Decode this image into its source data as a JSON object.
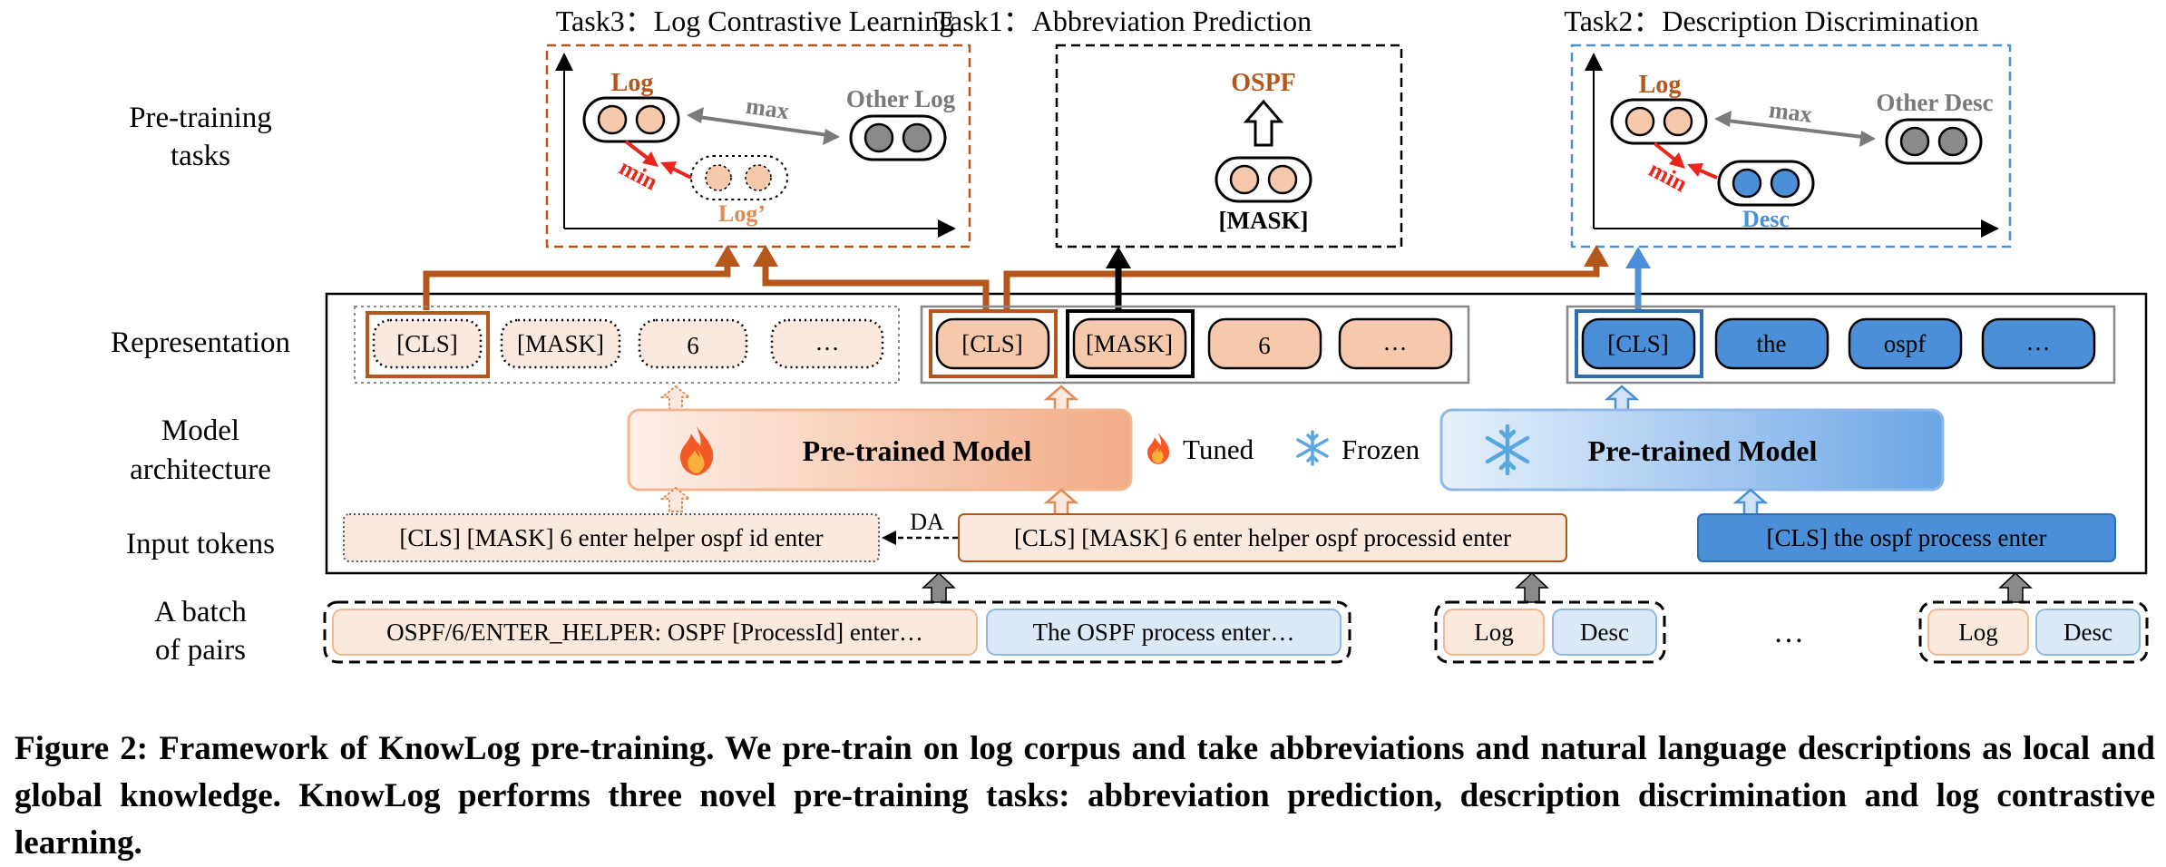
{
  "tasks": {
    "task3_title": "Task3：Log Contrastive Learning",
    "task1_title": "Task1：Abbreviation Prediction",
    "task2_title": "Task2：Description Discrimination",
    "task3": {
      "log": "Log",
      "max": "max",
      "other_log": "Other Log",
      "min": "min",
      "log_prime": "Log’"
    },
    "task1": {
      "ospf": "OSPF",
      "mask": "[MASK]"
    },
    "task2": {
      "log": "Log",
      "max": "max",
      "other_desc": "Other Desc",
      "min": "min",
      "desc": "Desc"
    }
  },
  "row_labels": {
    "pretraining_1": "Pre-training",
    "pretraining_2": "tasks",
    "representation": "Representation",
    "model_1": "Model",
    "model_2": "architecture",
    "input_tokens": "Input tokens",
    "batch_1": "A batch",
    "batch_2": "of pairs"
  },
  "representation": {
    "left": [
      "[CLS]",
      "[MASK]",
      "6",
      "…"
    ],
    "mid": [
      "[CLS]",
      "[MASK]",
      "6",
      "…"
    ],
    "right": [
      "[CLS]",
      "the",
      "ospf",
      "…"
    ]
  },
  "model": {
    "left_label": "Pre-trained Model",
    "right_label": "Pre-trained Model",
    "legend_tuned": "Tuned",
    "legend_frozen": "Frozen"
  },
  "inputs": {
    "augmented": "[CLS] [MASK] 6 enter helper ospf id enter",
    "da": "DA",
    "log": "[CLS] [MASK] 6 enter helper ospf processid enter",
    "desc": "[CLS] the ospf process enter"
  },
  "batch": {
    "pair1_log": "OSPF/6/ENTER_HELPER: OSPF [ProcessId] enter…",
    "pair1_desc": "The OSPF process enter…",
    "pair2_log": "Log",
    "pair2_desc": "Desc",
    "ellipsis": "…",
    "pair3_log": "Log",
    "pair3_desc": "Desc"
  },
  "caption": "Figure 2: Framework of KnowLog pre-training. We pre-train on log corpus and take abbreviations and natural language descriptions as local and global knowledge. KnowLog performs three novel pre-training tasks: abbreviation prediction, description discrimination and log contrastive learning.",
  "colors": {
    "orange_dark": "#b5561b",
    "orange_light": "#f6c9ad",
    "blue": "#4a8fd8",
    "blue_dark": "#2f6db5",
    "red": "#e8261c",
    "gray": "#7a7a7a"
  }
}
